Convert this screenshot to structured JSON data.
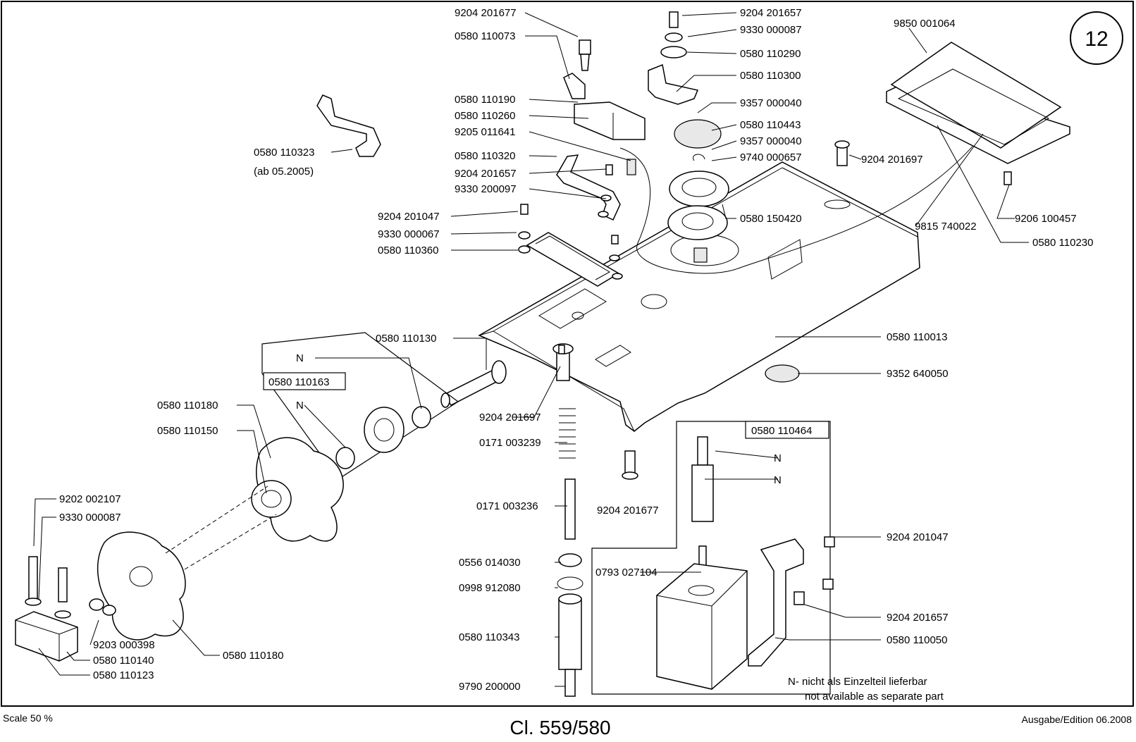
{
  "page_number": "12",
  "scale_label": "Scale 50 %",
  "model_label": "Cl. 559/580",
  "edition_label": "Ausgabe/Edition 06.2008",
  "note": {
    "line1": "N- nicht als Einzelteil lieferbar",
    "line2": "not available as separate part"
  },
  "labels": [
    "9204 201677",
    "0580 110073",
    "9204 201657",
    "9330 000087",
    "0580 110290",
    "0580 110300",
    "9357 000040",
    "0580 110443",
    "9357 000040",
    "9740 000657",
    "0580 150420",
    "0580 110190",
    "0580 110260",
    "9205 011641",
    "0580 110320",
    "9204 201657",
    "9330 200097",
    "9204 201047",
    "9330 000067",
    "0580 110360",
    "0580 110323",
    "(ab 05.2005)",
    "9850 001064",
    "9204 201697",
    "9815 740022",
    "9206 100457",
    "0580 110230",
    "0580 110130",
    "N",
    "0580 110163",
    "N",
    "0580 110180",
    "0580 110150",
    "9204 201697",
    "0580 110013",
    "9352 640050",
    "0171 003239",
    "0580 110464",
    "N",
    "N",
    "9204 201677",
    "0171 003236",
    "9204 201047",
    "0556 014030",
    "0998 912080",
    "0793 027104",
    "9204 201657",
    "0580 110343",
    "0580 110050",
    "9790 200000",
    "9202 002107",
    "9330 000087",
    "9203 000398",
    "0580 110140",
    "0580 110123",
    "0580 110180"
  ]
}
